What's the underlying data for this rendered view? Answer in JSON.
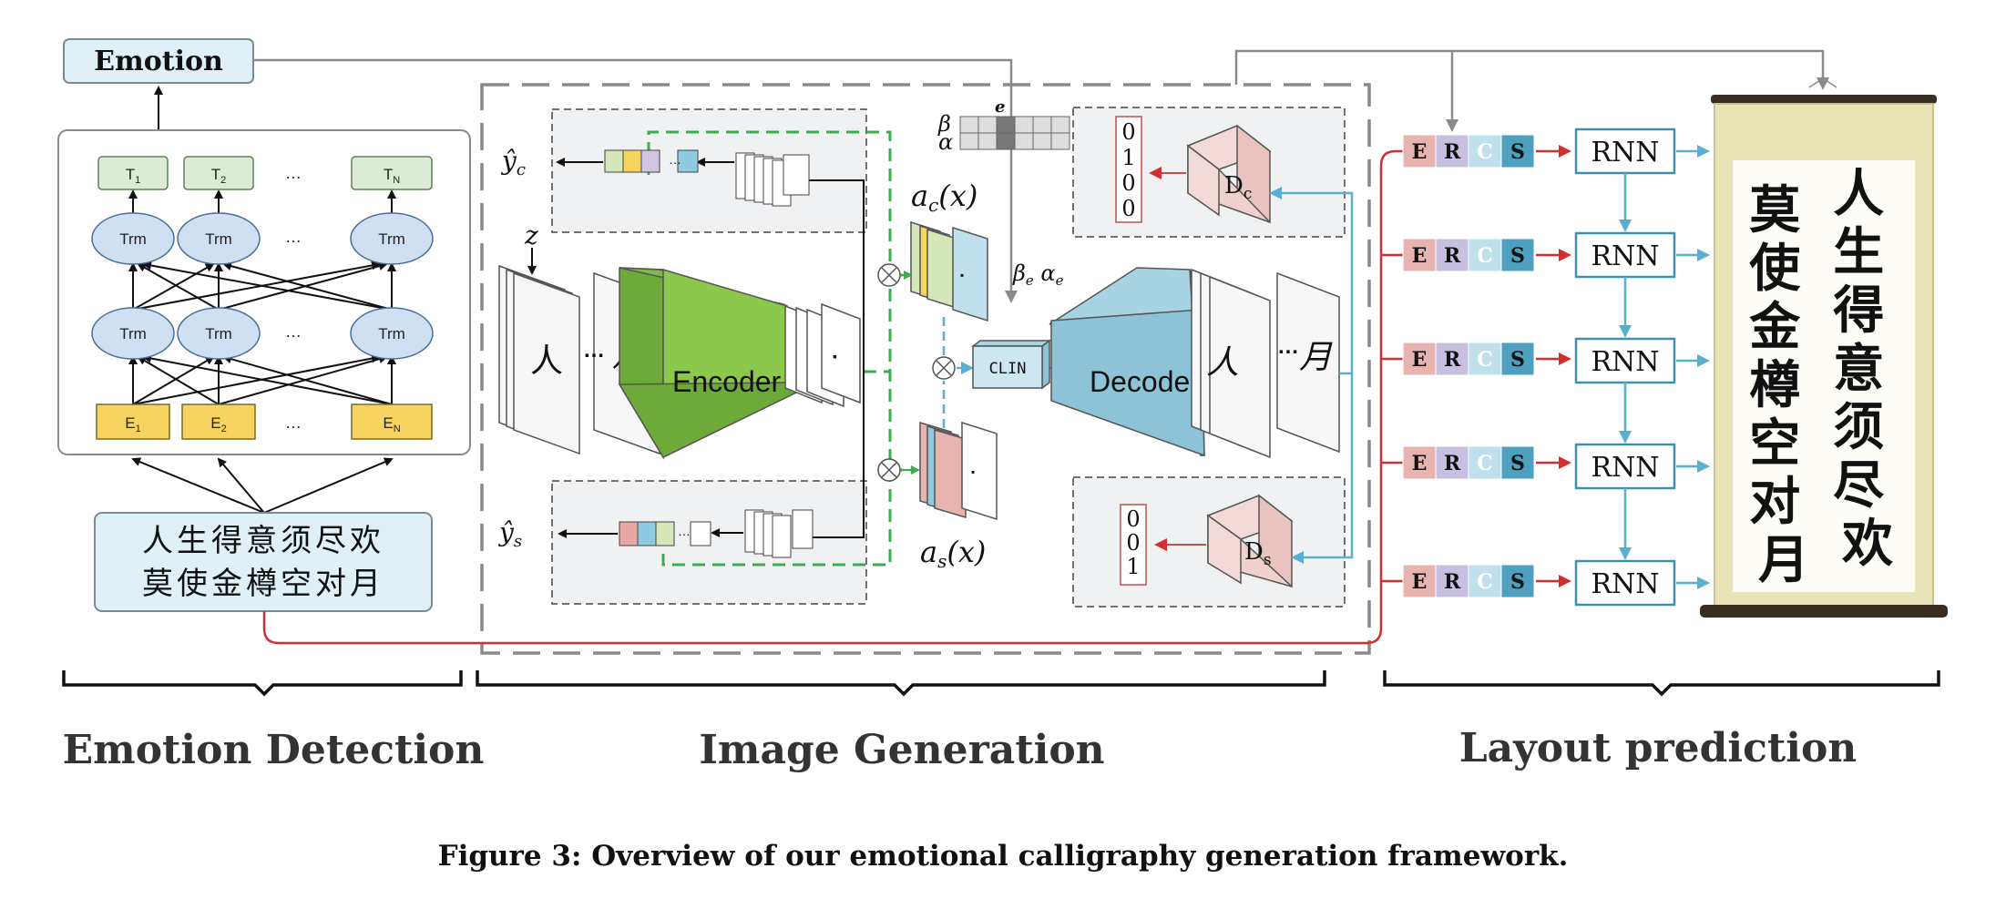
{
  "emotion_detection": {
    "emotion_label": "Emotion",
    "t_nodes": [
      "T1",
      "T2",
      "…",
      "TN"
    ],
    "trm_label": "Trm",
    "e_nodes": [
      "E1",
      "E2",
      "…",
      "EN"
    ],
    "poem_line1": "人生得意须尽欢",
    "poem_line2": "莫使金樽空对月",
    "section_title": "Emotion Detection"
  },
  "image_generation": {
    "yc_label": "ŷc",
    "ys_label": "ŷs",
    "z_label": "z",
    "char_first": "人",
    "char_last": "月",
    "ellipsis": "…",
    "encoder_label": "Encoder",
    "decoder_label": "Decoder",
    "clin_label": "CLIN",
    "ac_label": "ac(x)",
    "as_label": "as(x)",
    "beta_label": "β",
    "alpha_label": "α",
    "e_label": "e",
    "beta_e_alpha_e_label": "βe αe",
    "dc_label": "Dc",
    "ds_label": "Ds",
    "dc_output": [
      "0",
      "1",
      "0",
      "0"
    ],
    "ds_output": [
      "0",
      "0",
      "1"
    ],
    "section_title": "Image Generation"
  },
  "layout_prediction": {
    "feature_cells": [
      "E",
      "R",
      "C",
      "S"
    ],
    "rnn_label": "RNN",
    "scroll_column_right": [
      "人",
      "生",
      "得",
      "意",
      "须",
      "尽",
      "欢"
    ],
    "scroll_column_left": [
      "莫",
      "使",
      "金",
      "樽",
      "空",
      "对",
      "月"
    ],
    "section_title": "Layout prediction"
  },
  "caption": "Figure 3: Overview of our emotional calligraphy generation framework.",
  "colors": {
    "red_arrow": "#d03030",
    "blue_arrow": "#5aaed0",
    "green_dashed": "#3faa4f",
    "encoder_green": "#8cc84b",
    "decoder_blue": "#8cc3d6",
    "trm_fill": "#cfe0f3",
    "t_fill": "#dcebd5",
    "e_fill": "#f7d35f",
    "emotion_fill": "#dff0f7",
    "cell_E": "#e8b4b0",
    "cell_R": "#c8c0e0",
    "cell_C": "#bfe0ec",
    "cell_S": "#4fa0be",
    "scroll_frame": "#e8e4b8"
  }
}
